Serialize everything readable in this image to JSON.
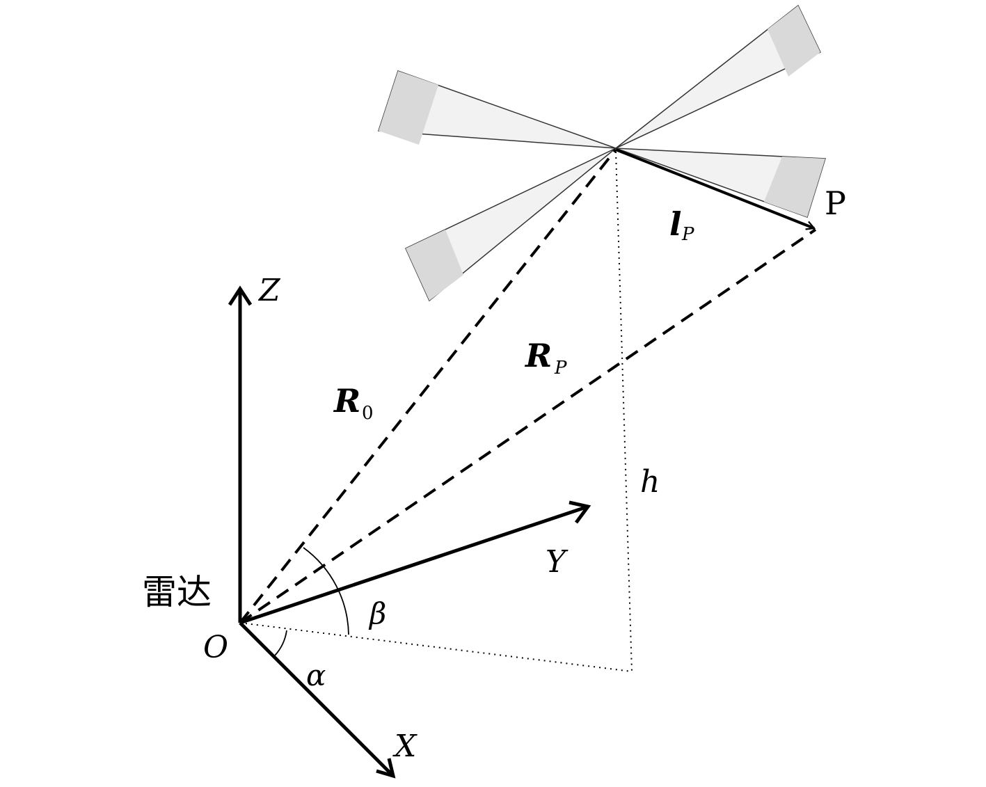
{
  "diagram": {
    "radar_label": "雷达",
    "origin_label": "O",
    "axes": {
      "x_label": "X",
      "y_label": "Y",
      "z_label": "Z"
    },
    "angles": {
      "alpha": "α",
      "beta": "β"
    },
    "height_label": "h",
    "point_label": "P",
    "vectors": {
      "r0_main": "R",
      "r0_sub": "0",
      "rp_main": "R",
      "rp_sub": "P",
      "lp_main": "l",
      "lp_sub": "P"
    },
    "colors": {
      "line": "#000000",
      "blade_fill": "#f2f2f2",
      "blade_tip_fill": "#d9d9d9",
      "blade_stroke": "#333333"
    }
  }
}
